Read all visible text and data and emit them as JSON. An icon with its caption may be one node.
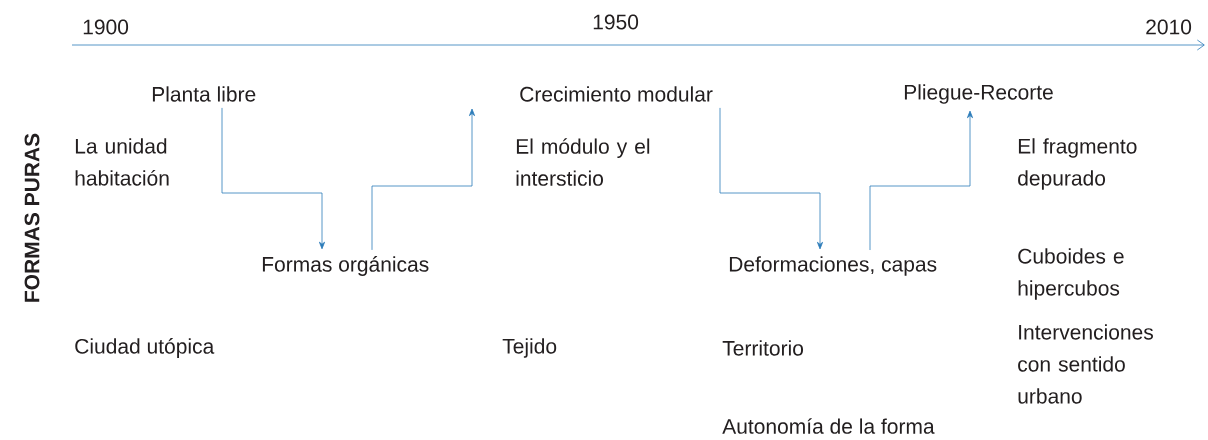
{
  "diagram": {
    "nodes": [
      {
        "text": [
          "Planta libre"
        ]
      },
      {
        "text": [
          "Formas orgánicas"
        ]
      },
      {
        "text": [
          "Crecimiento modular"
        ]
      },
      {
        "text": [
          "Deformaciones, capas"
        ]
      },
      {
        "text": [
          "Pliegue-Recorte"
        ]
      }
    ],
    "edges": [
      {
        "from": 0,
        "to": 1,
        "arrow": "to"
      },
      {
        "from": 1,
        "to": 2,
        "arrow": "to"
      },
      {
        "from": 2,
        "to": 3,
        "arrow": "to"
      },
      {
        "from": 3,
        "to": 4,
        "arrow": "to"
      }
    ],
    "labels": [
      "1900",
      "1950",
      "2010",
      "FORMAS PURAS",
      "La unidad habitación",
      "El módulo y el intersticio",
      "El fragmento depurado",
      "Cuboides e hipercubos",
      "Ciudad utópica",
      "Tejido",
      "Territorio",
      "Intervenciones con sentido urbano",
      "Autonomía de la forma"
    ]
  }
}
